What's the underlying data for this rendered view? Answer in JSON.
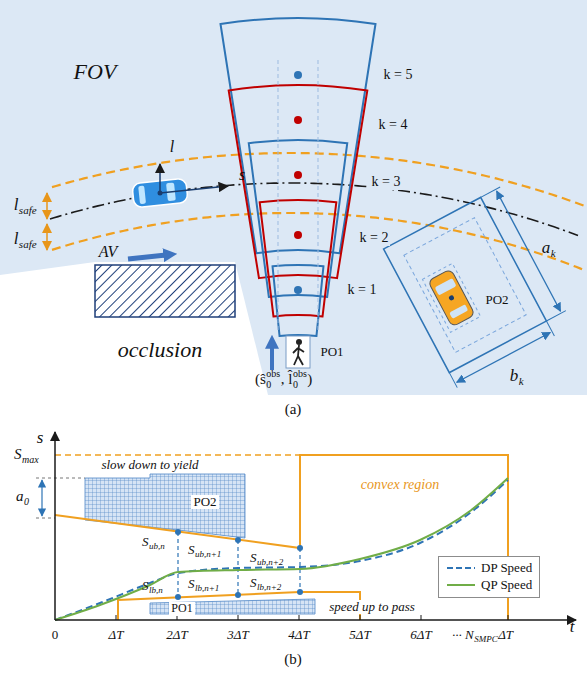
{
  "diagram": {
    "labels": [
      "FOV",
      "l",
      "safe",
      "l",
      "safe",
      "l",
      "s",
      "AV",
      "k = 5",
      "k = 4",
      "k = 3",
      "k = 2",
      "k = 1",
      "a",
      "k",
      "b",
      "k",
      "PO2",
      "PO1",
      "occlusion",
      "(ŝ",
      "obs",
      "0",
      ", l̂",
      "obs",
      "0",
      ")",
      "(a)",
      "s",
      "S",
      "max",
      "a",
      "0",
      "slow down to yield",
      "PO2",
      "convex region",
      "S",
      "ub,n",
      "S",
      "ub,n+1",
      "S",
      "ub,n+2",
      "S",
      "lb,n",
      "S",
      "lb,n+1",
      "S",
      "lb,n+2",
      "PO1",
      "speed up to pass",
      "0",
      "ΔT",
      "2ΔT",
      "3ΔT",
      "4ΔT",
      "5ΔT",
      "6ΔT",
      "··· N",
      "SMPC",
      "ΔT",
      "t",
      "(b)"
    ],
    "legend": [
      {
        "text": "DP Speed"
      },
      {
        "text": "QP Speed"
      }
    ]
  }
}
